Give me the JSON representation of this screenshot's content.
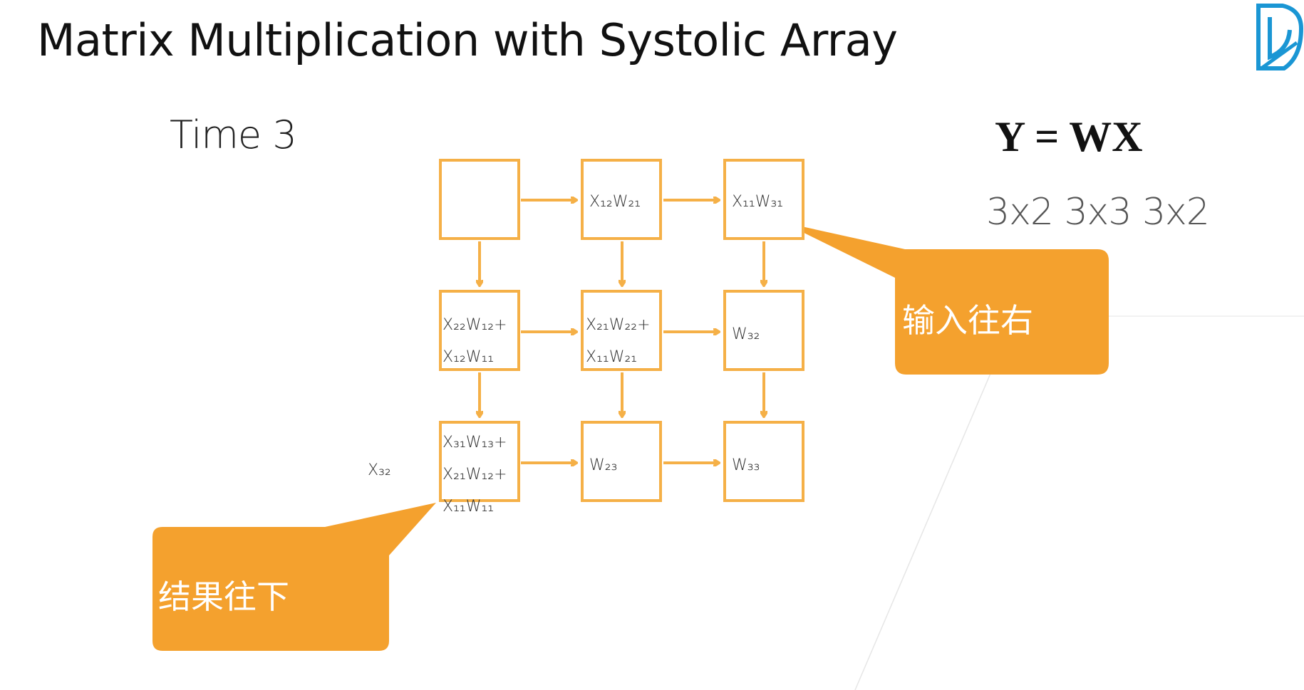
{
  "slide": {
    "title": "Matrix Multiplication with Systolic Array",
    "time_label": "Time 3",
    "equation": "Y = WX",
    "dimensions": "3x2  3x3 3x2"
  },
  "grid": {
    "cells": [
      {
        "row": 1,
        "col": 1,
        "lines": []
      },
      {
        "row": 1,
        "col": 2,
        "lines": [
          "X₁₂W₂₁"
        ]
      },
      {
        "row": 1,
        "col": 3,
        "lines": [
          "X₁₁W₃₁"
        ]
      },
      {
        "row": 2,
        "col": 1,
        "lines": [
          "X₂₂W₁₂+",
          "X₁₂W₁₁"
        ]
      },
      {
        "row": 2,
        "col": 2,
        "lines": [
          "X₂₁W₂₂+",
          "X₁₁W₂₁"
        ]
      },
      {
        "row": 2,
        "col": 3,
        "lines": [
          "W₃₂"
        ]
      },
      {
        "row": 3,
        "col": 1,
        "lines": [
          "X₃₁W₁₃+",
          "X₂₁W₁₂+",
          "X₁₁W₁₁"
        ]
      },
      {
        "row": 3,
        "col": 2,
        "lines": [
          "W₂₃"
        ]
      },
      {
        "row": 3,
        "col": 3,
        "lines": [
          "W₃₃"
        ]
      }
    ],
    "incoming_input": "X₃₂"
  },
  "callouts": {
    "input_right": "输入往右",
    "result_down": "结果往下"
  },
  "colors": {
    "cell_border": "#f5b047",
    "arrow": "#f5b047",
    "callout_fill": "#f4a12e",
    "logo": "#1a96d4"
  }
}
